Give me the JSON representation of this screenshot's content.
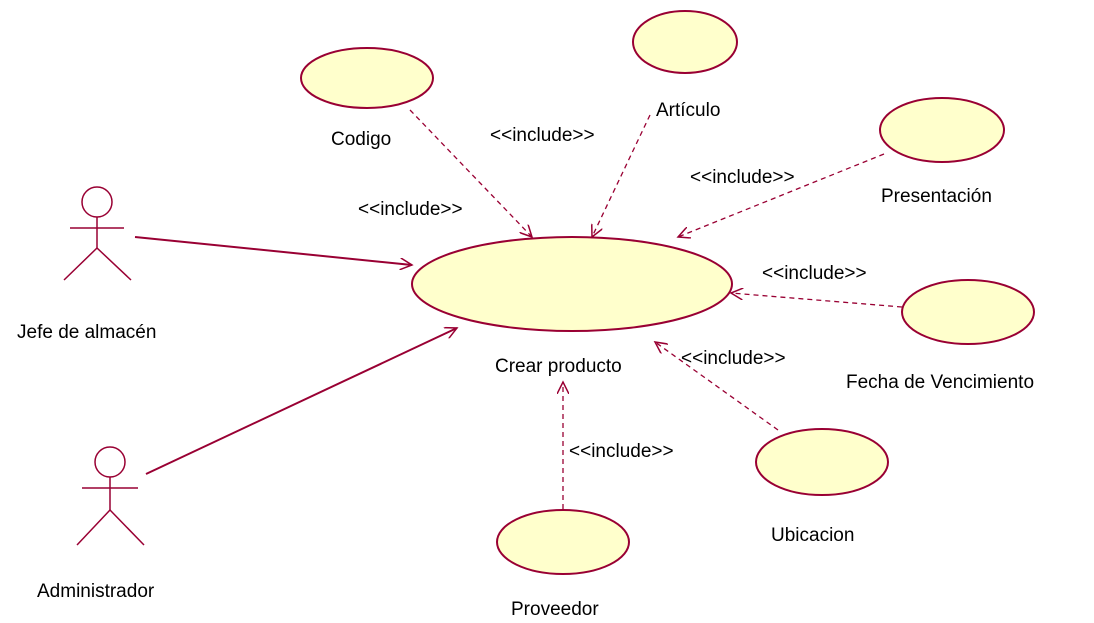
{
  "actors": {
    "jefe": "Jefe de almacén",
    "admin": "Administrador"
  },
  "use_cases": {
    "main": "Crear producto",
    "codigo": "Codigo",
    "articulo": "Artículo",
    "presentacion": "Presentación",
    "fecha": "Fecha  de Vencimiento",
    "ubicacion": "Ubicacion",
    "proveedor": "Proveedor"
  },
  "stereotype": "<<include>>",
  "colors": {
    "line": "#990033",
    "ellipse_fill": "#ffffcc"
  }
}
